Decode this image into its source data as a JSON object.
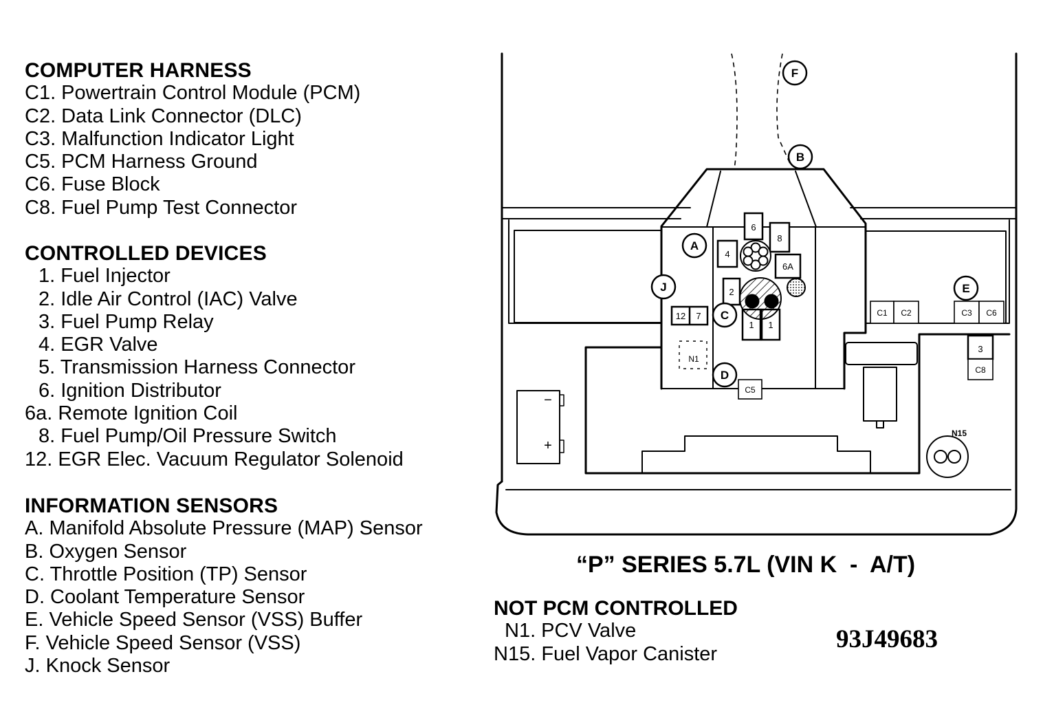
{
  "computer_harness": {
    "heading": "COMPUTER HARNESS",
    "items": [
      "C1. Powertrain Control Module (PCM)",
      "C2. Data Link Connector (DLC)",
      "C3. Malfunction Indicator Light",
      "C5. PCM Harness Ground",
      "C6. Fuse Block",
      "C8. Fuel Pump Test Connector"
    ]
  },
  "controlled_devices": {
    "heading": "CONTROLLED DEVICES",
    "items": [
      " 1. Fuel Injector",
      " 2. Idle Air Control (IAC) Valve",
      " 3. Fuel Pump Relay",
      " 4. EGR Valve",
      " 5. Transmission Harness Connector",
      " 6. Ignition Distributor",
      "6a. Remote Ignition Coil",
      " 8. Fuel Pump/Oil Pressure Switch",
      "12. EGR Elec. Vacuum Regulator Solenoid"
    ]
  },
  "information_sensors": {
    "heading": "INFORMATION SENSORS",
    "items": [
      "A. Manifold Absolute Pressure (MAP) Sensor",
      "B. Oxygen Sensor",
      "C. Throttle Position (TP) Sensor",
      "D. Coolant Temperature Sensor",
      "E. Vehicle Speed Sensor (VSS) Buffer",
      "F. Vehicle Speed Sensor (VSS)",
      "J. Knock Sensor"
    ]
  },
  "series_title": "“P” SERIES 5.7L (VIN K  -  A/T)",
  "not_pcm_controlled": {
    "heading": "NOT PCM CONTROLLED",
    "items": [
      "N1. PCV Valve",
      "N15. Fuel Vapor Canister"
    ]
  },
  "figure_code": "93J49683",
  "diagram_labels": {
    "sensor_a": "A",
    "sensor_b": "B",
    "sensor_c": "C",
    "sensor_d": "D",
    "sensor_e": "E",
    "sensor_f": "F",
    "sensor_j": "J",
    "device_1a": "1",
    "device_1b": "1",
    "device_2": "2",
    "device_3": "3",
    "device_4": "4",
    "device_6": "6",
    "device_6a": "6A",
    "device_7": "7",
    "device_8": "8",
    "device_12": "12",
    "conn_c1": "C1",
    "conn_c2": "C2",
    "conn_c3": "C3",
    "conn_c5": "C5",
    "conn_c6": "C6",
    "conn_c8": "C8",
    "n1": "N1",
    "n15": "N15",
    "battery_neg": "−",
    "battery_pos": "+"
  }
}
